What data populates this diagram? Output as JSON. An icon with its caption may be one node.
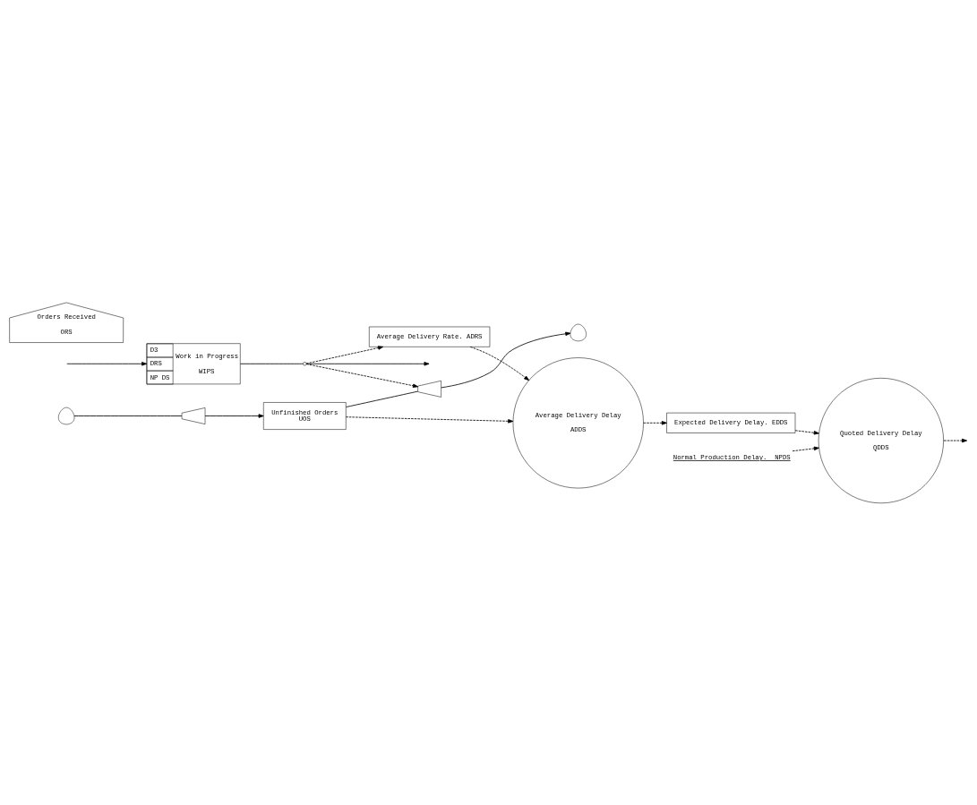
{
  "diagram": {
    "nodes": [
      {
        "text": [
          "D3",
          "DRS",
          "NP DS",
          "Work in Progress",
          "WIPS"
        ]
      },
      {
        "text": [
          "Average Delivery Rate. ADRS"
        ]
      },
      {
        "text": [
          "Average Delivery Delay",
          "ADDS"
        ]
      },
      {
        "text": [
          "Expected Delivery Delay. EDDS"
        ]
      },
      {
        "text": [
          "Quoted Delivery Delay",
          "QDDS"
        ]
      },
      {
        "text": [
          "Unfinished Orders",
          "UOS"
        ]
      },
      {
        "text": [
          "Orders Received",
          "ORS"
        ]
      },
      {
        "text": [
          "Normal Production Delay.  NPDS"
        ]
      },
      {
        "text": [],
        "shape": "valve"
      },
      {
        "text": [],
        "shape": "valve"
      },
      {
        "text": [],
        "shape": "cloud"
      },
      {
        "text": [],
        "shape": "cloud"
      },
      {
        "text": [],
        "shape": "circle"
      }
    ],
    "edges": [
      {
        "from": null,
        "to": 0,
        "arrow": "to"
      },
      {
        "from": 0,
        "to": 12,
        "arrow": "none"
      },
      {
        "from": 12,
        "to": null,
        "arrow": "to"
      },
      {
        "from": 12,
        "to": 1,
        "arrow": "to",
        "style": "dashed"
      },
      {
        "from": 12,
        "to": 8,
        "arrow": "to",
        "style": "dashed"
      },
      {
        "from": 1,
        "to": 2,
        "arrow": "to",
        "style": "dashed"
      },
      {
        "from": 2,
        "to": 3,
        "arrow": "to",
        "style": "dashed"
      },
      {
        "from": 3,
        "to": 4,
        "arrow": "to",
        "style": "dashed"
      },
      {
        "from": 4,
        "to": null,
        "arrow": "to",
        "style": "dashed"
      },
      {
        "from": 7,
        "to": 4,
        "arrow": "to",
        "style": "dashed"
      },
      {
        "from": 5,
        "to": 2,
        "arrow": "to",
        "style": "dashed"
      },
      {
        "from": 5,
        "to": 8,
        "arrow": "none"
      },
      {
        "from": 8,
        "to": 10,
        "arrow": "to"
      },
      {
        "from": 11,
        "to": 9,
        "arrow": "none"
      },
      {
        "from": 9,
        "to": 5,
        "arrow": "to"
      }
    ]
  }
}
